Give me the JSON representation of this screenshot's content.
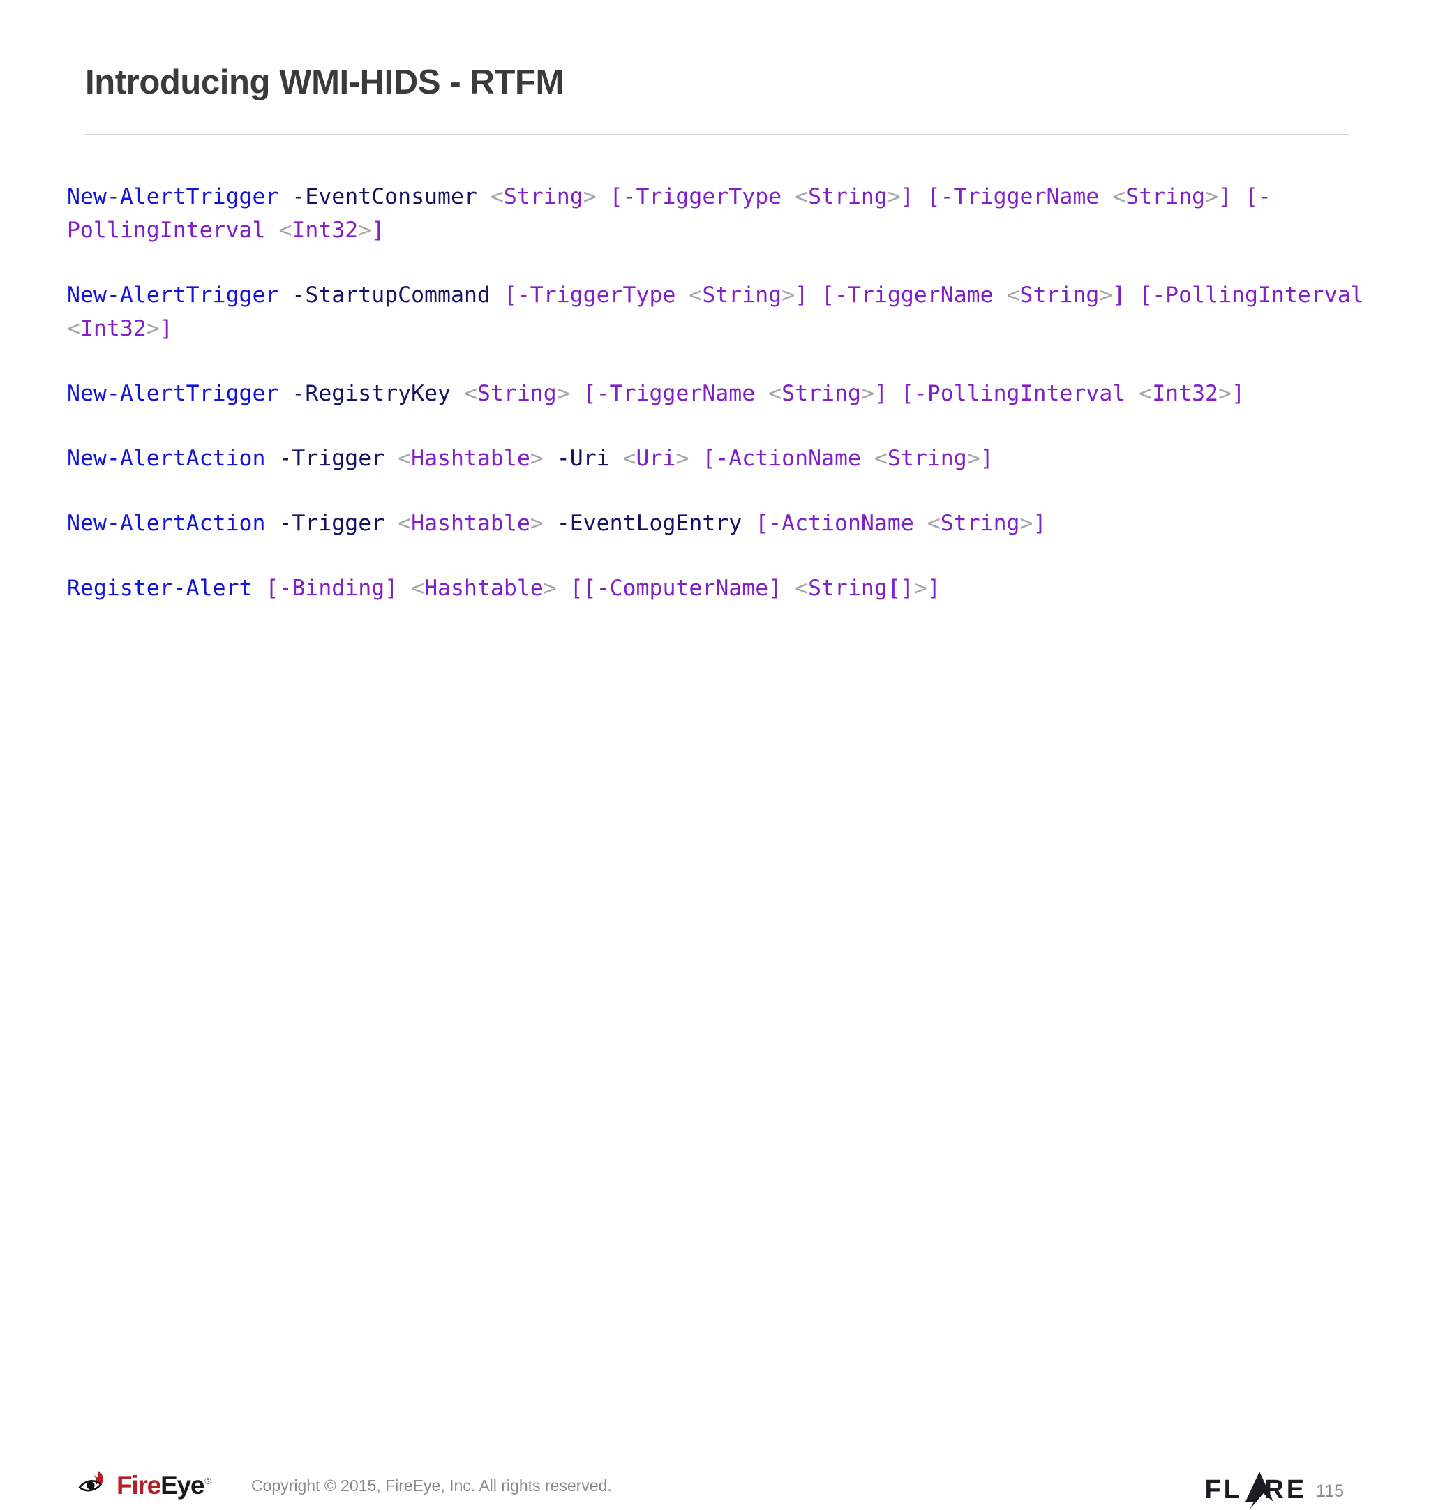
{
  "slide": {
    "title": "Introducing WMI-HIDS - RTFM",
    "page_number": "115"
  },
  "colors": {
    "cmdlet": "#1414d8",
    "parameter": "#141464",
    "optional": "#8020c8",
    "type": "#8020c8",
    "angle_bracket": "#a6a6a6",
    "title": "#3b3b3b",
    "footer_text": "#8a8a8a",
    "fireeye_red": "#b41e28"
  },
  "commands": [
    {
      "id": "new-alerttrigger-eventconsumer",
      "cmdlet": "New-AlertTrigger",
      "tokens": [
        {
          "t": "cmdlet",
          "v": "New-AlertTrigger"
        },
        {
          "t": "space",
          "v": " "
        },
        {
          "t": "param",
          "v": "-EventConsumer"
        },
        {
          "t": "space",
          "v": " "
        },
        {
          "t": "angle",
          "v": "<"
        },
        {
          "t": "type",
          "v": "String"
        },
        {
          "t": "angle",
          "v": ">"
        },
        {
          "t": "space",
          "v": " "
        },
        {
          "t": "opt",
          "v": "[-TriggerType"
        },
        {
          "t": "space",
          "v": " "
        },
        {
          "t": "angle",
          "v": "<"
        },
        {
          "t": "type",
          "v": "String"
        },
        {
          "t": "angle",
          "v": ">"
        },
        {
          "t": "opt",
          "v": "]"
        },
        {
          "t": "space",
          "v": " "
        },
        {
          "t": "opt",
          "v": "[-TriggerName"
        },
        {
          "t": "space",
          "v": " "
        },
        {
          "t": "angle",
          "v": "<"
        },
        {
          "t": "type",
          "v": "String"
        },
        {
          "t": "angle",
          "v": ">"
        },
        {
          "t": "opt",
          "v": "]"
        },
        {
          "t": "space",
          "v": " "
        },
        {
          "t": "opt",
          "v": "[-PollingInterval"
        },
        {
          "t": "space",
          "v": " "
        },
        {
          "t": "angle",
          "v": "<"
        },
        {
          "t": "type",
          "v": "Int32"
        },
        {
          "t": "angle",
          "v": ">"
        },
        {
          "t": "opt",
          "v": "]"
        }
      ],
      "plain": "New-AlertTrigger -EventConsumer <String> [-TriggerType <String>] [-TriggerName <String>] [-PollingInterval <Int32>]"
    },
    {
      "id": "new-alerttrigger-startupcommand",
      "cmdlet": "New-AlertTrigger",
      "tokens": [
        {
          "t": "cmdlet",
          "v": "New-AlertTrigger"
        },
        {
          "t": "space",
          "v": " "
        },
        {
          "t": "param",
          "v": "-StartupCommand"
        },
        {
          "t": "space",
          "v": " "
        },
        {
          "t": "opt",
          "v": "[-TriggerType"
        },
        {
          "t": "space",
          "v": " "
        },
        {
          "t": "angle",
          "v": "<"
        },
        {
          "t": "type",
          "v": "String"
        },
        {
          "t": "angle",
          "v": ">"
        },
        {
          "t": "opt",
          "v": "]"
        },
        {
          "t": "space",
          "v": " "
        },
        {
          "t": "opt",
          "v": "[-TriggerName"
        },
        {
          "t": "space",
          "v": " "
        },
        {
          "t": "angle",
          "v": "<"
        },
        {
          "t": "type",
          "v": "String"
        },
        {
          "t": "angle",
          "v": ">"
        },
        {
          "t": "opt",
          "v": "]"
        },
        {
          "t": "space",
          "v": " "
        },
        {
          "t": "opt",
          "v": "[-PollingInterval"
        },
        {
          "t": "space",
          "v": " "
        },
        {
          "t": "angle",
          "v": "<"
        },
        {
          "t": "type",
          "v": "Int32"
        },
        {
          "t": "angle",
          "v": ">"
        },
        {
          "t": "opt",
          "v": "]"
        }
      ],
      "plain": "New-AlertTrigger -StartupCommand [-TriggerType <String>] [-TriggerName <String>] [-PollingInterval <Int32>]"
    },
    {
      "id": "new-alerttrigger-registrykey",
      "cmdlet": "New-AlertTrigger",
      "tokens": [
        {
          "t": "cmdlet",
          "v": "New-AlertTrigger"
        },
        {
          "t": "space",
          "v": " "
        },
        {
          "t": "param",
          "v": "-RegistryKey"
        },
        {
          "t": "space",
          "v": " "
        },
        {
          "t": "angle",
          "v": "<"
        },
        {
          "t": "type",
          "v": "String"
        },
        {
          "t": "angle",
          "v": ">"
        },
        {
          "t": "space",
          "v": " "
        },
        {
          "t": "opt",
          "v": "[-TriggerName"
        },
        {
          "t": "space",
          "v": " "
        },
        {
          "t": "angle",
          "v": "<"
        },
        {
          "t": "type",
          "v": "String"
        },
        {
          "t": "angle",
          "v": ">"
        },
        {
          "t": "opt",
          "v": "]"
        },
        {
          "t": "space",
          "v": " "
        },
        {
          "t": "opt",
          "v": "[-PollingInterval"
        },
        {
          "t": "space",
          "v": " "
        },
        {
          "t": "angle",
          "v": "<"
        },
        {
          "t": "type",
          "v": "Int32"
        },
        {
          "t": "angle",
          "v": ">"
        },
        {
          "t": "opt",
          "v": "]"
        }
      ],
      "plain": "New-AlertTrigger -RegistryKey <String> [-TriggerName <String>] [-PollingInterval <Int32>]"
    },
    {
      "id": "new-alertaction-uri",
      "cmdlet": "New-AlertAction",
      "tokens": [
        {
          "t": "cmdlet",
          "v": "New-AlertAction"
        },
        {
          "t": "space",
          "v": " "
        },
        {
          "t": "param",
          "v": "-Trigger"
        },
        {
          "t": "space",
          "v": " "
        },
        {
          "t": "angle",
          "v": "<"
        },
        {
          "t": "type",
          "v": "Hashtable"
        },
        {
          "t": "angle",
          "v": ">"
        },
        {
          "t": "space",
          "v": " "
        },
        {
          "t": "param",
          "v": "-Uri"
        },
        {
          "t": "space",
          "v": " "
        },
        {
          "t": "angle",
          "v": "<"
        },
        {
          "t": "type",
          "v": "Uri"
        },
        {
          "t": "angle",
          "v": ">"
        },
        {
          "t": "space",
          "v": " "
        },
        {
          "t": "opt",
          "v": "[-ActionName"
        },
        {
          "t": "space",
          "v": " "
        },
        {
          "t": "angle",
          "v": "<"
        },
        {
          "t": "type",
          "v": "String"
        },
        {
          "t": "angle",
          "v": ">"
        },
        {
          "t": "opt",
          "v": "]"
        }
      ],
      "plain": "New-AlertAction -Trigger <Hashtable> -Uri <Uri> [-ActionName <String>]"
    },
    {
      "id": "new-alertaction-eventlogentry",
      "cmdlet": "New-AlertAction",
      "tokens": [
        {
          "t": "cmdlet",
          "v": "New-AlertAction"
        },
        {
          "t": "space",
          "v": " "
        },
        {
          "t": "param",
          "v": "-Trigger"
        },
        {
          "t": "space",
          "v": " "
        },
        {
          "t": "angle",
          "v": "<"
        },
        {
          "t": "type",
          "v": "Hashtable"
        },
        {
          "t": "angle",
          "v": ">"
        },
        {
          "t": "space",
          "v": " "
        },
        {
          "t": "param",
          "v": "-EventLogEntry"
        },
        {
          "t": "space",
          "v": " "
        },
        {
          "t": "opt",
          "v": "[-ActionName"
        },
        {
          "t": "space",
          "v": " "
        },
        {
          "t": "angle",
          "v": "<"
        },
        {
          "t": "type",
          "v": "String"
        },
        {
          "t": "angle",
          "v": ">"
        },
        {
          "t": "opt",
          "v": "]"
        }
      ],
      "plain": "New-AlertAction -Trigger <Hashtable> -EventLogEntry [-ActionName <String>]"
    },
    {
      "id": "register-alert",
      "cmdlet": "Register-Alert",
      "tokens": [
        {
          "t": "cmdlet",
          "v": "Register-Alert"
        },
        {
          "t": "space",
          "v": " "
        },
        {
          "t": "opt",
          "v": "[-Binding]"
        },
        {
          "t": "space",
          "v": " "
        },
        {
          "t": "angle",
          "v": "<"
        },
        {
          "t": "type",
          "v": "Hashtable"
        },
        {
          "t": "angle",
          "v": ">"
        },
        {
          "t": "space",
          "v": " "
        },
        {
          "t": "opt",
          "v": "[[-ComputerName]"
        },
        {
          "t": "space",
          "v": " "
        },
        {
          "t": "angle",
          "v": "<"
        },
        {
          "t": "type",
          "v": "String[]"
        },
        {
          "t": "angle",
          "v": ">"
        },
        {
          "t": "opt",
          "v": "]"
        }
      ],
      "plain": "Register-Alert [-Binding] <Hashtable> [[-ComputerName] <String[]>]"
    }
  ],
  "footer": {
    "brand_first": "Fire",
    "brand_second": "Eye",
    "brand_tm": "®",
    "copyright": "Copyright ©  2015, FireEye, Inc.  All rights reserved.",
    "flare_before": "FL",
    "flare_after": "RE",
    "flare_full": "FLARE",
    "page_number": "115"
  },
  "icons": {
    "fireeye_mark": "eye-flame-icon",
    "flare_bolt": "lightning-bolt-icon"
  }
}
